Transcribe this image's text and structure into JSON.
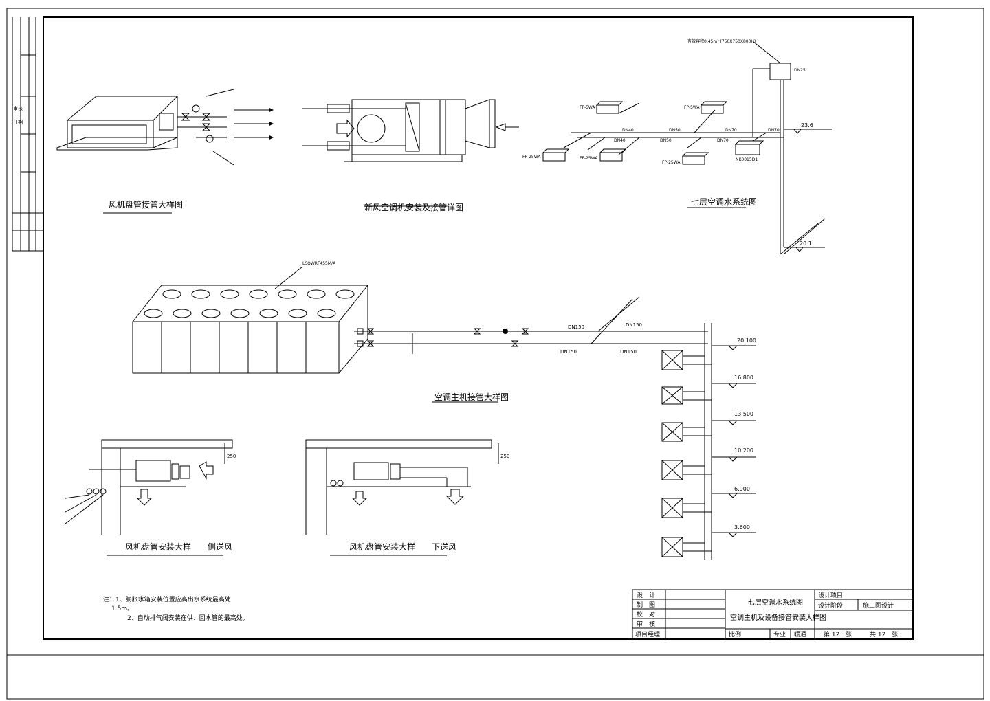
{
  "titles": {
    "fcu_pipe": "风机盘管接管大样图",
    "ahu": "新风空调机安装及接管详图",
    "seventh_floor": "七层空调水系统图",
    "chiller": "空调主机接管大样图",
    "fcu_side": "风机盘管安装大样　　侧送风",
    "fcu_down": "风机盘管安装大样　　下送风"
  },
  "dn_labels": {
    "dn150_a": "DN150",
    "dn150_b": "DN150",
    "dn150_c": "DN150",
    "dn150_d": "DN150",
    "dn70_a": "DN70",
    "dn70_b": "DN70",
    "dn70_c": "DN70",
    "dn50_a": "DN50",
    "dn50_b": "DN50",
    "dn40_a": "DN40",
    "dn40_b": "DN40",
    "dn25": "DN25"
  },
  "equipment": {
    "fp5wa_a": "FP-5WA",
    "fp5wa_b": "FP-5WA",
    "fp25wa_a": "FP-25WA",
    "fp25wa_b": "FP-25WA",
    "fp25wa_c": "FP-25WA",
    "nk": "NK0015D1",
    "chiller_model": "LSQWRF455M/A",
    "expansion_tank": "有效容积0.45m³ (750X750X800H)"
  },
  "elevations": {
    "e1": "23.6",
    "e2": "20.1",
    "f6": "20.100",
    "f5": "16.800",
    "f4": "13.500",
    "f3": "10.200",
    "f2": "6.900",
    "f1": "3.600"
  },
  "notes": {
    "line1": "注：1、膨胀水箱安装位置应高出水系统最高处",
    "line2": "1.5m。",
    "line3": "2、自动排气阀安装在供、回水管的最高处。"
  },
  "title_block": {
    "rows_left": [
      "设　计",
      "制　图",
      "校　对",
      "审　核",
      "项目经理"
    ],
    "scale_label": "比例",
    "drawing_title_1": "七层空调水系统图",
    "drawing_title_2": "空调主机及设备接管安装大样图",
    "specialty_label": "专业",
    "specialty_value": "暖通",
    "project_label": "设计项目",
    "phase_label": "设计阶段",
    "phase_value": "施工图设计",
    "sheet_no": "第 12　张",
    "sheet_total": "共 12　张"
  },
  "left_strip": {
    "a": "审核",
    "b": "日期"
  },
  "dims": {
    "d250a": "250",
    "d250b": "250"
  }
}
